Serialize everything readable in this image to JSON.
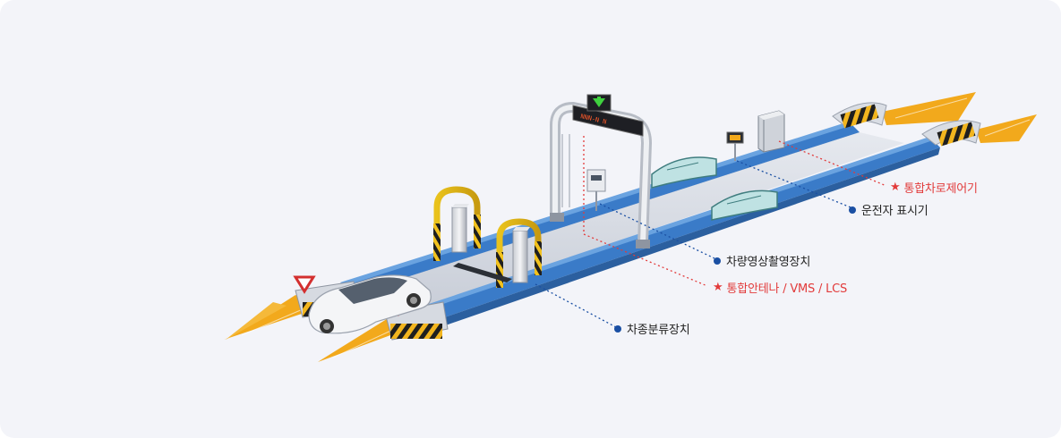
{
  "labels": {
    "lane_controller": "통합차로제어기",
    "driver_display": "운전자 표시기",
    "vehicle_camera": "차량영상촬영장치",
    "antenna_vms_lcs": "통합안테나 / VMS / LCS",
    "vehicle_classifier": "차종분류장치"
  },
  "vms_text": "NNN-N  N",
  "colors": {
    "highlight": "#e23b3b",
    "normal_text": "#222222",
    "bullet": "#1a4fa3",
    "lane_blue": "#3a7bc8",
    "road_gray": "#d7dbe3",
    "arrow_yellow": "#f2a91c",
    "background": "#f3f4f9"
  }
}
